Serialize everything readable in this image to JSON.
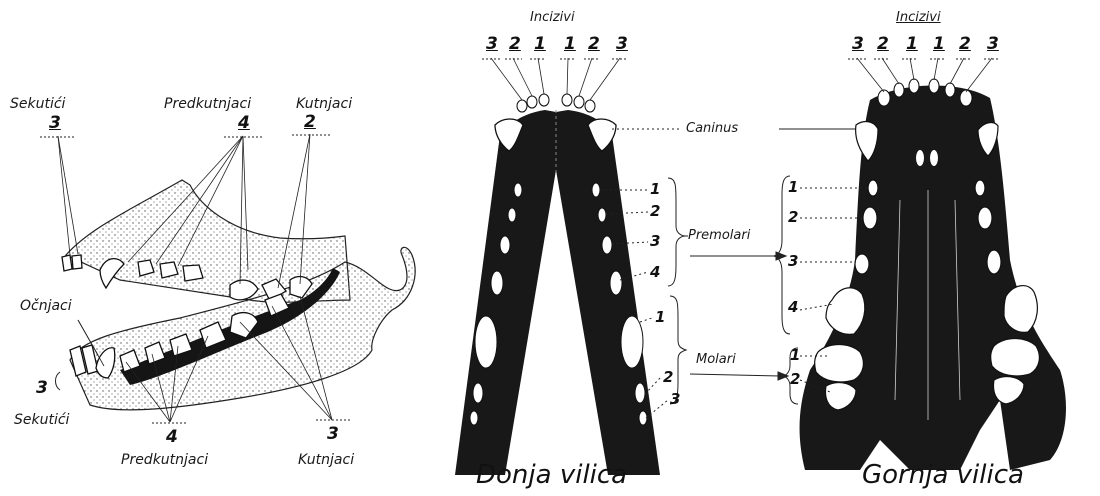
{
  "left_figure": {
    "sekutici_top": "Sekutići",
    "sekutici_top_num": "3",
    "predkutnjaci_top": "Predkutnjaci",
    "predkutnjaci_top_num": "4",
    "kutnjaci_top": "Kutnjaci",
    "kutnjaci_top_num": "2",
    "ocnjaci": "Očnjaci",
    "sekutici_bottom_num": "3",
    "sekutici_bottom": "Sekutići",
    "predkutnjaci_bottom_num": "4",
    "predkutnjaci_bottom": "Predkutnjaci",
    "kutnjaci_bottom_num": "3",
    "kutnjaci_bottom": "Kutnjaci"
  },
  "lower_jaw": {
    "incizivi": "Incizivi",
    "incisor_numbers": [
      "3",
      "2",
      "1",
      "1",
      "2",
      "3"
    ],
    "premolar_numbers": [
      "1",
      "2",
      "3",
      "4"
    ],
    "molar_numbers": [
      "1",
      "2",
      "3"
    ],
    "title": "Donja vilica"
  },
  "middle_labels": {
    "caninus": "Caninus",
    "premolari": "Premolari",
    "molari": "Molari"
  },
  "upper_jaw": {
    "incizivi": "Incizivi",
    "incisor_numbers": [
      "3",
      "2",
      "1",
      "1",
      "2",
      "3"
    ],
    "premolar_numbers": [
      "1",
      "2",
      "3",
      "4"
    ],
    "molar_numbers": [
      "1",
      "2"
    ],
    "title": "Gornja vilica"
  },
  "colors": {
    "ink": "#111111",
    "bone": "#1b1b1b",
    "tooth": "#ffffff",
    "paper": "#ffffff"
  }
}
